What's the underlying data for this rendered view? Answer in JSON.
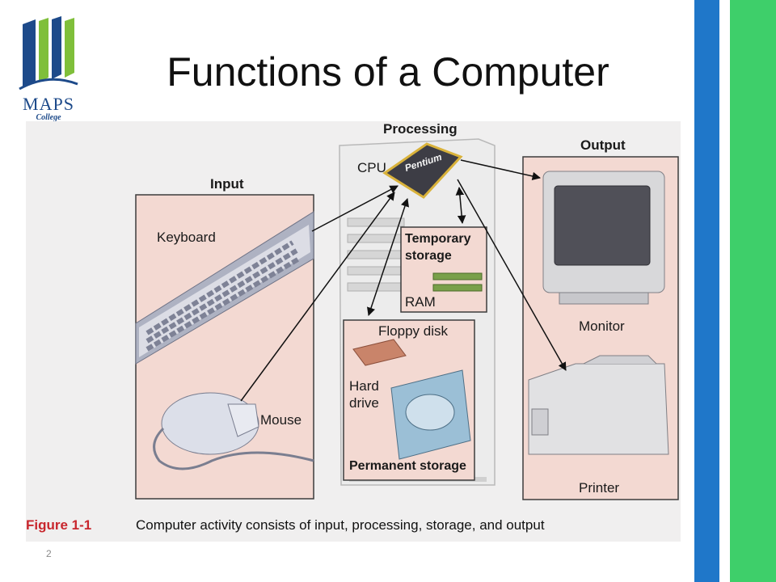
{
  "slide": {
    "title": "Functions of a Computer",
    "page_number": "2"
  },
  "logo": {
    "name": "MAPS",
    "subtitle": "College"
  },
  "figure": {
    "labels": {
      "processing": "Processing",
      "cpu": "CPU",
      "chip": "Pentium",
      "input": "Input",
      "keyboard": "Keyboard",
      "mouse": "Mouse",
      "output": "Output",
      "monitor": "Monitor",
      "printer": "Printer",
      "temporary_storage_line1": "Temporary",
      "temporary_storage_line2": "storage",
      "ram": "RAM",
      "floppy_disk": "Floppy disk",
      "hard_drive_line1": "Hard",
      "hard_drive_line2": "drive",
      "permanent_storage": "Permanent storage"
    },
    "caption_number": "Figure 1-1",
    "caption_text": "Computer activity consists of input, processing, storage, and output"
  },
  "colors": {
    "bar_blue": "#1f77c9",
    "bar_green": "#3ecf6a",
    "panel_fill": "#f3d9d2",
    "caption_red": "#c8262d",
    "logo_blue": "#1d4a8a",
    "logo_green": "#7fbf3a"
  }
}
